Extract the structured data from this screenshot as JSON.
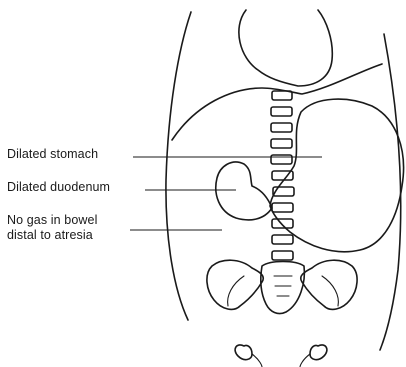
{
  "labels": {
    "stomach": "Dilated stomach",
    "duodenum": "Dilated duodenum",
    "no_gas_line1": "No gas in bowel",
    "no_gas_line2": "distal to atresia"
  },
  "colors": {
    "ink": "#1a1a1a",
    "background": "#ffffff"
  }
}
